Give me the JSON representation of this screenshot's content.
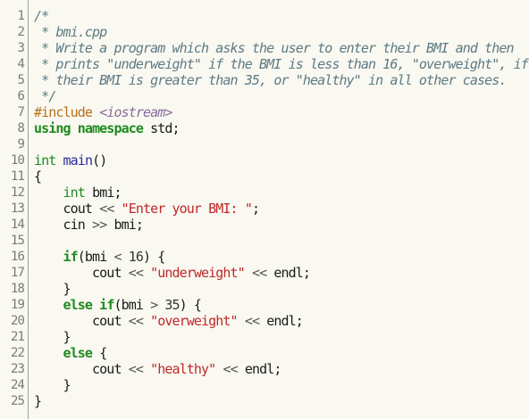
{
  "file": "bmi.cpp",
  "lines": [
    {
      "n": "1",
      "tokens": [
        {
          "t": "/*",
          "c": "comment"
        }
      ]
    },
    {
      "n": "2",
      "tokens": [
        {
          "t": " * bmi.cpp",
          "c": "comment"
        }
      ]
    },
    {
      "n": "3",
      "tokens": [
        {
          "t": " * Write a program which asks the user to enter their BMI and then",
          "c": "comment"
        }
      ]
    },
    {
      "n": "4",
      "tokens": [
        {
          "t": " * prints \"underweight\" if the BMI is less than 16, \"overweight\", if",
          "c": "comment"
        }
      ]
    },
    {
      "n": "5",
      "tokens": [
        {
          "t": " * their BMI is greater than 35, or \"healthy\" in all other cases.",
          "c": "comment"
        }
      ]
    },
    {
      "n": "6",
      "tokens": [
        {
          "t": " */",
          "c": "comment"
        }
      ]
    },
    {
      "n": "7",
      "tokens": [
        {
          "t": "#include ",
          "c": "pre"
        },
        {
          "t": "<iostream>",
          "c": "hdr"
        }
      ]
    },
    {
      "n": "8",
      "tokens": [
        {
          "t": "using namespace",
          "c": "kw"
        },
        {
          "t": " std;",
          "c": ""
        }
      ]
    },
    {
      "n": "9",
      "tokens": []
    },
    {
      "n": "10",
      "tokens": [
        {
          "t": "int",
          "c": "type"
        },
        {
          "t": " ",
          "c": ""
        },
        {
          "t": "main",
          "c": "func"
        },
        {
          "t": "()",
          "c": ""
        }
      ]
    },
    {
      "n": "11",
      "tokens": [
        {
          "t": "{",
          "c": ""
        }
      ]
    },
    {
      "n": "12",
      "tokens": [
        {
          "t": "    ",
          "c": ""
        },
        {
          "t": "int",
          "c": "type"
        },
        {
          "t": " bmi;",
          "c": ""
        }
      ]
    },
    {
      "n": "13",
      "tokens": [
        {
          "t": "    cout ",
          "c": ""
        },
        {
          "t": "<<",
          "c": "op"
        },
        {
          "t": " ",
          "c": ""
        },
        {
          "t": "\"Enter your BMI: \"",
          "c": "str"
        },
        {
          "t": ";",
          "c": ""
        }
      ]
    },
    {
      "n": "14",
      "tokens": [
        {
          "t": "    cin ",
          "c": ""
        },
        {
          "t": ">>",
          "c": "op"
        },
        {
          "t": " bmi;",
          "c": ""
        }
      ]
    },
    {
      "n": "15",
      "tokens": []
    },
    {
      "n": "16",
      "tokens": [
        {
          "t": "    ",
          "c": ""
        },
        {
          "t": "if",
          "c": "kw"
        },
        {
          "t": "(bmi ",
          "c": ""
        },
        {
          "t": "<",
          "c": "op"
        },
        {
          "t": " ",
          "c": ""
        },
        {
          "t": "16",
          "c": "num"
        },
        {
          "t": ") {",
          "c": ""
        }
      ]
    },
    {
      "n": "17",
      "tokens": [
        {
          "t": "        cout ",
          "c": ""
        },
        {
          "t": "<<",
          "c": "op"
        },
        {
          "t": " ",
          "c": ""
        },
        {
          "t": "\"underweight\"",
          "c": "str"
        },
        {
          "t": " ",
          "c": ""
        },
        {
          "t": "<<",
          "c": "op"
        },
        {
          "t": " endl;",
          "c": ""
        }
      ]
    },
    {
      "n": "18",
      "tokens": [
        {
          "t": "    }",
          "c": ""
        }
      ]
    },
    {
      "n": "19",
      "tokens": [
        {
          "t": "    ",
          "c": ""
        },
        {
          "t": "else if",
          "c": "kw"
        },
        {
          "t": "(bmi ",
          "c": ""
        },
        {
          "t": ">",
          "c": "op"
        },
        {
          "t": " ",
          "c": ""
        },
        {
          "t": "35",
          "c": "num"
        },
        {
          "t": ") {",
          "c": ""
        }
      ]
    },
    {
      "n": "20",
      "tokens": [
        {
          "t": "        cout ",
          "c": ""
        },
        {
          "t": "<<",
          "c": "op"
        },
        {
          "t": " ",
          "c": ""
        },
        {
          "t": "\"overweight\"",
          "c": "str"
        },
        {
          "t": " ",
          "c": ""
        },
        {
          "t": "<<",
          "c": "op"
        },
        {
          "t": " endl;",
          "c": ""
        }
      ]
    },
    {
      "n": "21",
      "tokens": [
        {
          "t": "    }",
          "c": ""
        }
      ]
    },
    {
      "n": "22",
      "tokens": [
        {
          "t": "    ",
          "c": ""
        },
        {
          "t": "else",
          "c": "kw"
        },
        {
          "t": " {",
          "c": ""
        }
      ]
    },
    {
      "n": "23",
      "tokens": [
        {
          "t": "        cout ",
          "c": ""
        },
        {
          "t": "<<",
          "c": "op"
        },
        {
          "t": " ",
          "c": ""
        },
        {
          "t": "\"healthy\"",
          "c": "str"
        },
        {
          "t": " ",
          "c": ""
        },
        {
          "t": "<<",
          "c": "op"
        },
        {
          "t": " endl;",
          "c": ""
        }
      ]
    },
    {
      "n": "24",
      "tokens": [
        {
          "t": "    }",
          "c": ""
        }
      ]
    },
    {
      "n": "25",
      "tokens": [
        {
          "t": "}",
          "c": ""
        }
      ]
    }
  ]
}
